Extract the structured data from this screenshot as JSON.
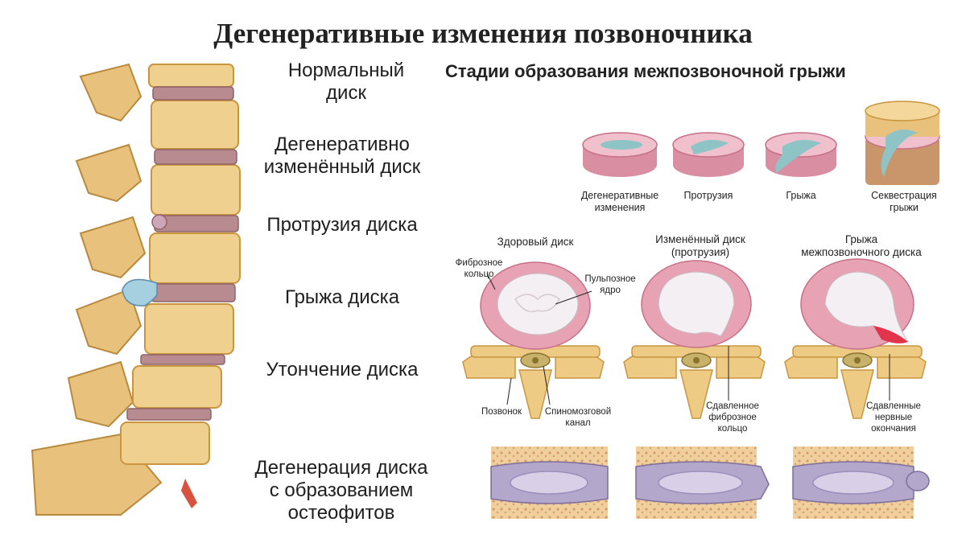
{
  "title": "Дегенеративные изменения позвоночника",
  "spine_labels": [
    {
      "line1": "Нормальный",
      "line2": "диск"
    },
    {
      "line1": "Дегенеративно",
      "line2": "изменённый диск"
    },
    {
      "line1": "Протрузия диска",
      "line2": ""
    },
    {
      "line1": "Грыжа диска",
      "line2": ""
    },
    {
      "line1": "Утончение диска",
      "line2": ""
    },
    {
      "line1": "Дегенерация диска",
      "line2": "с образованием",
      "line3": "остеофитов"
    }
  ],
  "stages": {
    "title": "Стадии образования межпозвоночной грыжи",
    "discs": [
      {
        "line1": "Дегенеративные",
        "line2": "изменения"
      },
      {
        "line1": "Протрузия",
        "line2": ""
      },
      {
        "line1": "Грыжа",
        "line2": ""
      },
      {
        "line1": "Секвестрация",
        "line2": "грыжи"
      }
    ]
  },
  "cross_sections": [
    {
      "line1": "Здоровый диск",
      "line2": ""
    },
    {
      "line1": "Изменённый диск",
      "line2": "(протрузия)"
    },
    {
      "line1": "Грыжа",
      "line2": "межпозвоночного диска"
    }
  ],
  "annotations": {
    "annulus": {
      "line1": "Фиброзное",
      "line2": "кольцо"
    },
    "nucleus": {
      "line1": "Пульпозное",
      "line2": "ядро"
    },
    "vertebra": "Позвонок",
    "spinal_canal": {
      "line1": "Спиномозговой",
      "line2": "канал"
    },
    "compressed_annulus": {
      "line1": "Сдавленное",
      "line2": "фиброзное",
      "line3": "кольцо"
    },
    "compressed_nerves": {
      "line1": "Сдавленные",
      "line2": "нервные",
      "line3": "окончания"
    }
  },
  "colors": {
    "bone": "#eecb85",
    "bone_dark": "#c9953f",
    "disc": "#b78b8f",
    "annulus": "#e7a3b4",
    "nucleus": "#f3eff2",
    "gel": "#8fc4c6",
    "hernia": "#a6cfe0"
  }
}
